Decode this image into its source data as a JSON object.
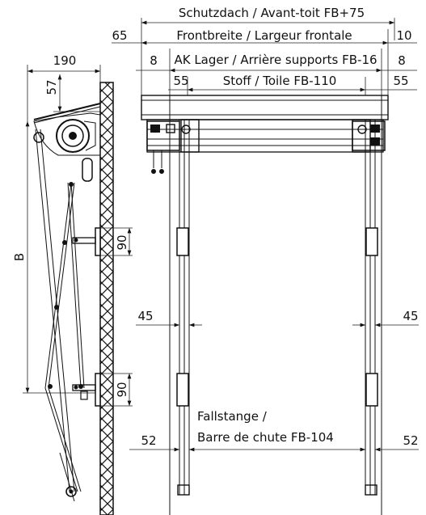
{
  "dimensions": {
    "side_width": "190",
    "roof_offset": "57",
    "height": "B",
    "bracket_upper": "90",
    "bracket_lower": "90",
    "canopy": "Schutzdach / Avant-toit  FB+75",
    "front_left_ext": "65",
    "front_width": "Frontbreite / Largeur frontale",
    "front_right_ext": "10",
    "bearing_left": "8",
    "bearing": "AK Lager / Arrière supports FB-16",
    "bearing_right": "8",
    "fabric_left": "55",
    "fabric": "Stoff / Toile FB-110",
    "fabric_right": "55",
    "arm_left": "45",
    "arm_right": "45",
    "drop_bar_line1": "Fallstange /",
    "drop_bar_line2": "Barre de chute  FB-104",
    "drop_left": "52",
    "drop_right": "52"
  }
}
